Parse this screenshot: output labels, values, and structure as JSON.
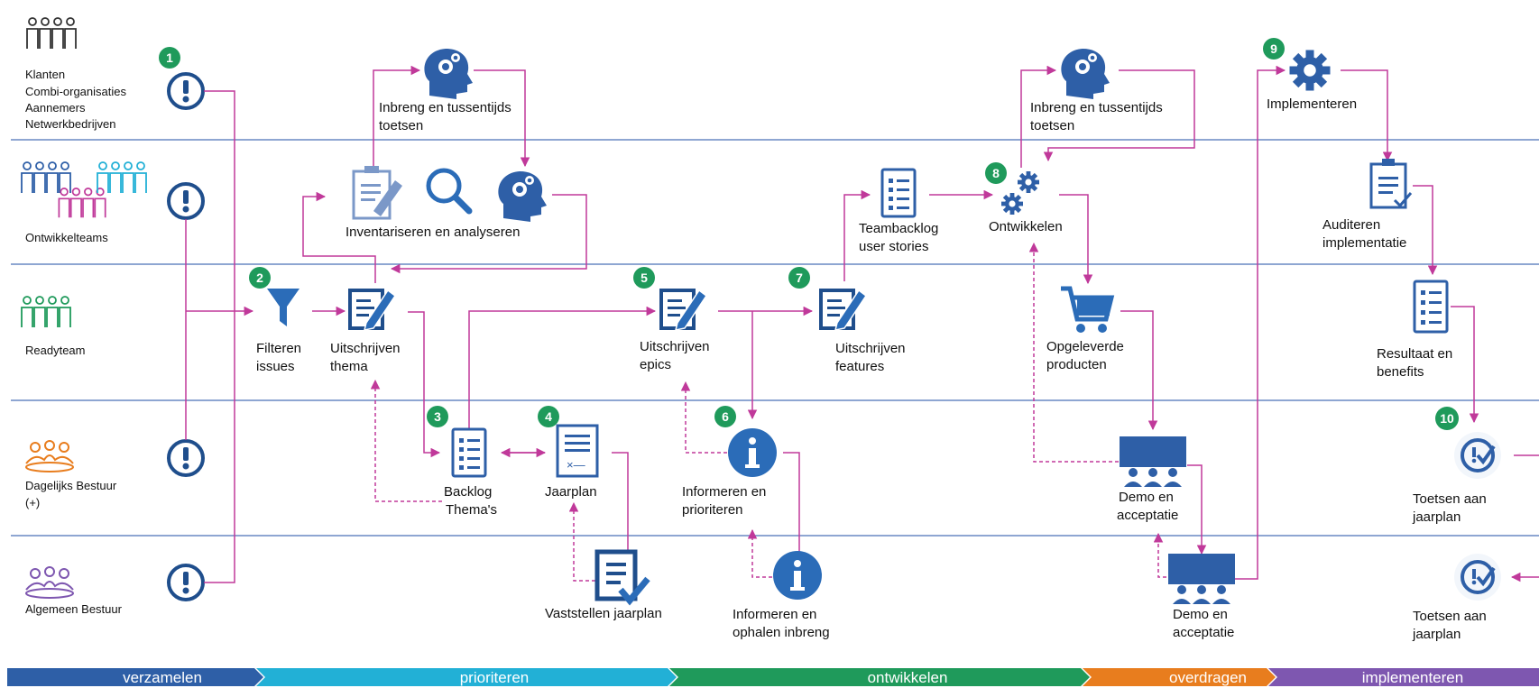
{
  "colors": {
    "primary_blue": "#2e5fa7",
    "flow_pink": "#c0399a",
    "badge_green": "#1f9a5b",
    "lane_line": "#4a72b8"
  },
  "lanes": {
    "klanten": [
      "Klanten",
      "Combi-organisaties",
      "Aannemers",
      "Netwerkbedrijven"
    ],
    "ontwikkelteams": "Ontwikkelteams",
    "readyteam": "Readyteam",
    "dagelijks": [
      "Dagelijks Bestuur",
      "(+)"
    ],
    "algemeen": "Algemeen Bestuur"
  },
  "badges": [
    "1",
    "2",
    "3",
    "4",
    "5",
    "6",
    "7",
    "8",
    "9",
    "10"
  ],
  "nodes": {
    "inbreng1": [
      "Inbreng en tussentijds",
      "toetsen"
    ],
    "inventariseren": "Inventariseren en analyseren",
    "filteren": [
      "Filteren",
      "issues"
    ],
    "uitschrijven_thema": [
      "Uitschrijven",
      "thema"
    ],
    "backlog": [
      "Backlog",
      "Thema's"
    ],
    "jaarplan": "Jaarplan",
    "vaststellen": "Vaststellen jaarplan",
    "uitschrijven_epics": [
      "Uitschrijven",
      "epics"
    ],
    "informeren1": [
      "Informeren en",
      "prioriteren"
    ],
    "informeren2": [
      "Informeren en",
      "ophalen inbreng"
    ],
    "uitschrijven_features": [
      "Uitschrijven",
      "features"
    ],
    "teambacklog": [
      "Teambacklog",
      "user stories"
    ],
    "inbreng2": [
      "Inbreng en tussentijds",
      "toetsen"
    ],
    "ontwikkelen": "Ontwikkelen",
    "opgeleverde": [
      "Opgeleverde",
      "producten"
    ],
    "demo1": [
      "Demo en",
      "acceptatie"
    ],
    "demo2": [
      "Demo en",
      "acceptatie"
    ],
    "implementeren": "Implementeren",
    "auditeren": [
      "Auditeren",
      "implementatie"
    ],
    "resultaat": [
      "Resultaat en",
      "benefits"
    ],
    "toetsen1": [
      "Toetsen aan",
      "jaarplan"
    ],
    "toetsen2": [
      "Toetsen aan",
      "jaarplan"
    ]
  },
  "phases": [
    {
      "label": "verzamelen",
      "color": "#2e5fa7"
    },
    {
      "label": "prioriteren",
      "color": "#22b0d6"
    },
    {
      "label": "ontwikkelen",
      "color": "#1f9a5b"
    },
    {
      "label": "overdragen",
      "color": "#e87d1e"
    },
    {
      "label": "implementeren",
      "color": "#7e57b0"
    }
  ]
}
